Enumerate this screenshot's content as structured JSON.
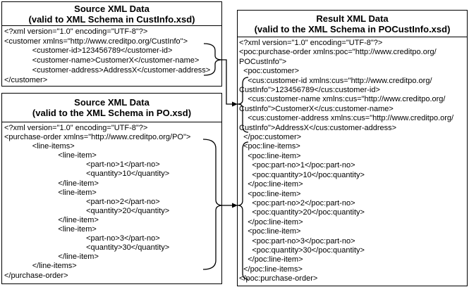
{
  "diagram": {
    "source_custinfo_box": {
      "title": "Source XML Data",
      "subtitle": "(valid to XML Schema in CustInfo.xsd)",
      "code_lines": [
        "<?xml version=\"1.0\" encoding=\"UTF-8\"?>",
        "<customer xmlns=\"http://www.creditpo.org/CustInfo\">",
        "             <customer-id>123456789</customer-id>",
        "             <customer-name>CustomerX</customer-name>",
        "             <customer-address>AddressX</customer-address>",
        "</customer>"
      ]
    },
    "source_po_box": {
      "title": "Source XML Data",
      "subtitle": "(valid to the XML Schema in PO.xsd)",
      "code_lines": [
        "<?xml version=\"1.0\" encoding=\"UTF-8\"?>",
        "<purchase-order xmlns=\"http://www.creditpo.org/PO\">",
        "             <line-items>",
        "                         <line-item>",
        "                                      <part-no>1</part-no>",
        "                                      <quantity>10</quantity>",
        "                         </line-item>",
        "                         <line-item>",
        "                                      <part-no>2</part-no>",
        "                                      <quantity>20</quantity>",
        "                         </line-item>",
        "                         <line-item>",
        "                                      <part-no>3</part-no>",
        "                                      <quantity>30</quantity>",
        "                         </line-item>",
        "             </line-items>",
        "</purchase-order>"
      ]
    },
    "result_box": {
      "title": "Result XML Data",
      "subtitle": "(valid to the XML Schema in POCustInfo.xsd)",
      "code_lines": [
        "<?xml version=\"1.0\" encoding=\"UTF-8\"?>",
        "<poc:purchase-order xmlns:poc=\"http://www.creditpo.org/",
        "POCustInfo\">",
        "  <poc:customer>",
        "    <cus:customer-id xmlns:cus=\"http://www.creditpo.org/",
        "CustInfo\">123456789</cus:customer-id>",
        "    <cus:customer-name xmlns:cus=\"http://www.creditpo.org/",
        "CustInfo\">CustomerX</cus:customer-name>",
        "    <cus:customer-address xmlns:cus=\"http://www.creditpo.org/",
        "CustInfo\">AddressX</cus:customer-address>",
        "  </poc:customer>",
        "  <poc:line-items>",
        "    <poc:line-item>",
        "      <poc:part-no>1</poc:part-no>",
        "      <poc:quantity>10</poc:quantity>",
        "    </poc:line-item>",
        "    <poc:line-item>",
        "      <poc:part-no>2</poc:part-no>",
        "      <poc:quantity>20</poc:quantity>",
        "    </poc:line-item>",
        "    <poc:line-item>",
        "      <poc:part-no>3</poc:part-no>",
        "      <poc:quantity>30</poc:quantity>",
        "    </poc:line-item>",
        "  </poc:line-items>",
        "</poc:purchase-order>"
      ]
    }
  },
  "colors": {
    "border": "#000000",
    "text": "#000000",
    "background": "#ffffff"
  }
}
